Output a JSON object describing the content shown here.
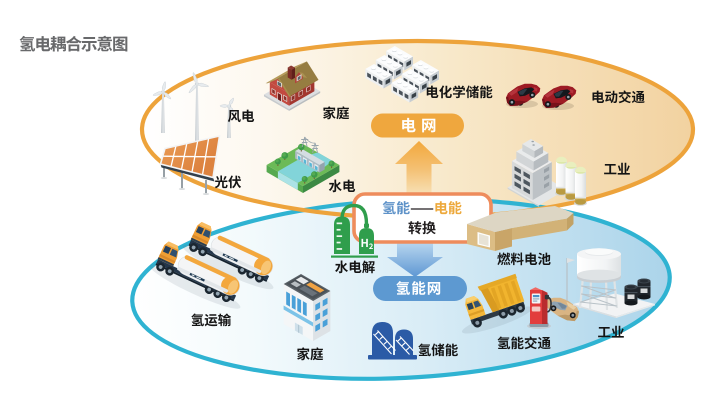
{
  "title": "氢电耦合示意图",
  "colors": {
    "electric_border": "#eda33b",
    "electric_fill": "#f2d2a0",
    "hydrogen_border": "#2fb3d2",
    "hydrogen_fill": "#abd4ea",
    "grid_pill": "#efa73e",
    "hydrogen_pill": "#5d99d1",
    "conversion_border": "#ee8c5c",
    "hydrogen_text": "#5e92c8",
    "electric_text": "#eda93c",
    "label_text": "#141414"
  },
  "electric_network": {
    "pill": "电网",
    "items": [
      {
        "id": "wind",
        "label": "风电"
      },
      {
        "id": "household",
        "label": "家庭"
      },
      {
        "id": "electrochemical_storage",
        "label": "电化学储能"
      },
      {
        "id": "electric_transport",
        "label": "电动交通"
      },
      {
        "id": "industry",
        "label": "工业"
      },
      {
        "id": "pv",
        "label": "光伏"
      },
      {
        "id": "hydro",
        "label": "水电"
      }
    ]
  },
  "hydrogen_network": {
    "pill": "氢能网",
    "items": [
      {
        "id": "electrolysis",
        "label": "水电解"
      },
      {
        "id": "fuel_cell",
        "label": "燃料电池"
      },
      {
        "id": "h2_transport",
        "label": "氢运输"
      },
      {
        "id": "household",
        "label": "家庭"
      },
      {
        "id": "h2_storage",
        "label": "氢储能"
      },
      {
        "id": "h2_traffic",
        "label": "氢能交通"
      },
      {
        "id": "industry",
        "label": "工业"
      }
    ]
  },
  "conversion": {
    "left": "氢能",
    "dash": "——",
    "right": "电能",
    "line2": "转换"
  },
  "icons": {
    "h2_main": "H",
    "h2_sub": "2"
  }
}
